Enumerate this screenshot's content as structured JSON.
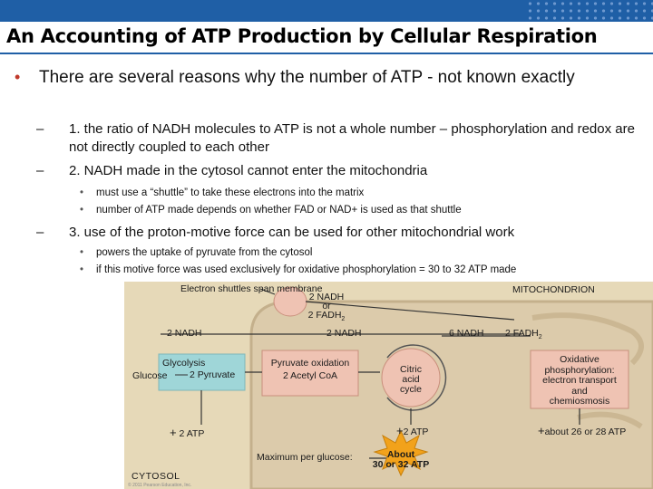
{
  "slide": {
    "title": "An Accounting of ATP Production by Cellular Respiration",
    "bullet": "There are several reasons why the number of ATP - not known exactly",
    "sub": [
      {
        "dash": "–",
        "text": "1. the ratio of NADH molecules to ATP is not a whole number – phosphorylation and redox are not directly coupled to each other"
      },
      {
        "dash": "–",
        "text": "2. NADH made in the cytosol cannot enter the mitochondria"
      },
      {
        "dash": "–",
        "text": "3. use of the proton-motive force can be used for other mitochondrial work"
      }
    ],
    "sub2_points": [
      "must use a “shuttle” to take these electrons into the matrix",
      "number of ATP made depends on whether FAD or NAD+ is used as that shuttle"
    ],
    "sub3_points": [
      "powers the uptake of pyruvate from the cytosol",
      "if this motive force was used exclusively for oxidative phosphorylation = 30 to 32 ATP made"
    ]
  },
  "diagram": {
    "shuttle_label": "Electron shuttles span membrane",
    "mitochondrion_label": "MITOCHONDRION",
    "shuttle_out_1": "2 NADH",
    "shuttle_out_or": "or",
    "shuttle_out_2": "2 FADH",
    "shuttle_out_2_sub": "2",
    "nadh_cytosol": "2 NADH",
    "nadh_pyruvate": "2 NADH",
    "nadh_cycle": "6 NADH",
    "fadh_cycle": "2 FADH",
    "fadh_cycle_sub": "2",
    "glycolysis_title": "Glycolysis",
    "glycolysis_glucose": "Glucose",
    "glycolysis_pyruvate": "2 Pyruvate",
    "pyruvate_ox_1": "Pyruvate oxidation",
    "pyruvate_ox_2": "2 Acetyl CoA",
    "citric_1": "Citric",
    "citric_2": "acid",
    "citric_3": "cycle",
    "oxidative_1": "Oxidative",
    "oxidative_2": "phosphorylation:",
    "oxidative_3": "electron transport",
    "oxidative_4": "and",
    "oxidative_5": "chemiosmosis",
    "atp_glycolysis": "2 ATP",
    "atp_cycle": "2 ATP",
    "atp_oxidative": "about 26 or 28 ATP",
    "plus": "+",
    "max_label": "Maximum per glucose:",
    "max_1": "About",
    "max_2": "30 or 32 ATP",
    "cytosol_label": "CYTOSOL",
    "credit": "© 2011 Pearson Education, Inc."
  },
  "colors": {
    "topbar": "#1f5fa6",
    "bullet": "#c0392b",
    "diagram_bg": "#e6d9b8",
    "mitochondrion": "#dccbab",
    "glycolysis_box": "#9fd6d8",
    "process_box": "#efc3b3",
    "citric_circle": "#efc3b3",
    "atp_star": "#f2a21b"
  }
}
